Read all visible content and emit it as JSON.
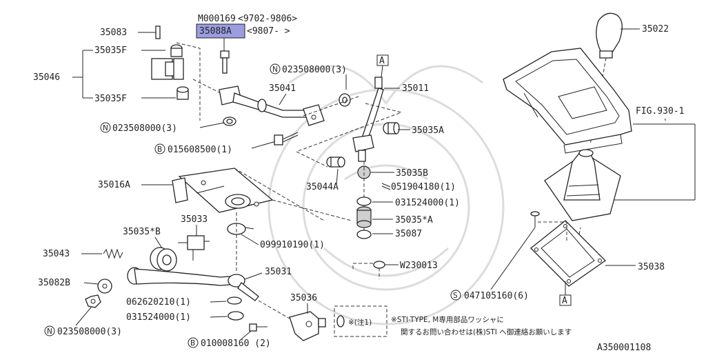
{
  "header": {
    "model_code": "M000169",
    "model_range": "<9702-9806>",
    "part_highlight": "35088A",
    "part_range": "<9807-     >"
  },
  "labels": {
    "p35083": "35083",
    "p35035f_top": "35035F",
    "p35046": "35046",
    "p35035f_bot": "35035F",
    "n023508000_a": "023508000(3)",
    "b015608500": "015608500(1)",
    "n023508000_b": "023508000(3)",
    "p35041": "35041",
    "p35011": "35011",
    "p35035a": "35035A",
    "p35035b": "35035B",
    "p35044a": "35044A",
    "p051904180": "051904180(1)",
    "p031524000_a": "031524000(1)",
    "p35035sa": "35035*A",
    "p35087": "35087",
    "p35016a": "35016A",
    "p35033": "35033",
    "p35035sb": "35035*B",
    "p099910190": "099910190(1)",
    "p35043": "35043",
    "p35082b": "35082B",
    "n023508000_c": "023508000(3)",
    "p35031": "35031",
    "p062620210": "062620210(1)",
    "p031524000_b": "031524000(1)",
    "p35036": "35036",
    "b010008160": "010008160 (2)",
    "note_mark": "※(注1)",
    "note_line1": "※STI-TYPE, M専用部品ワッシャに",
    "note_line2": "関するお問い合わせは(株)STI へ御連絡お願いします",
    "w230013": "W230013",
    "p35022": "35022",
    "fig930": "FIG.930-1",
    "p35038": "35038",
    "s047105160": "047105160(6)",
    "ref_a": "A",
    "ref_a2": "A",
    "diagram_id": "A350001108"
  },
  "prefix": {
    "n": "N",
    "b": "B",
    "s": "S"
  }
}
